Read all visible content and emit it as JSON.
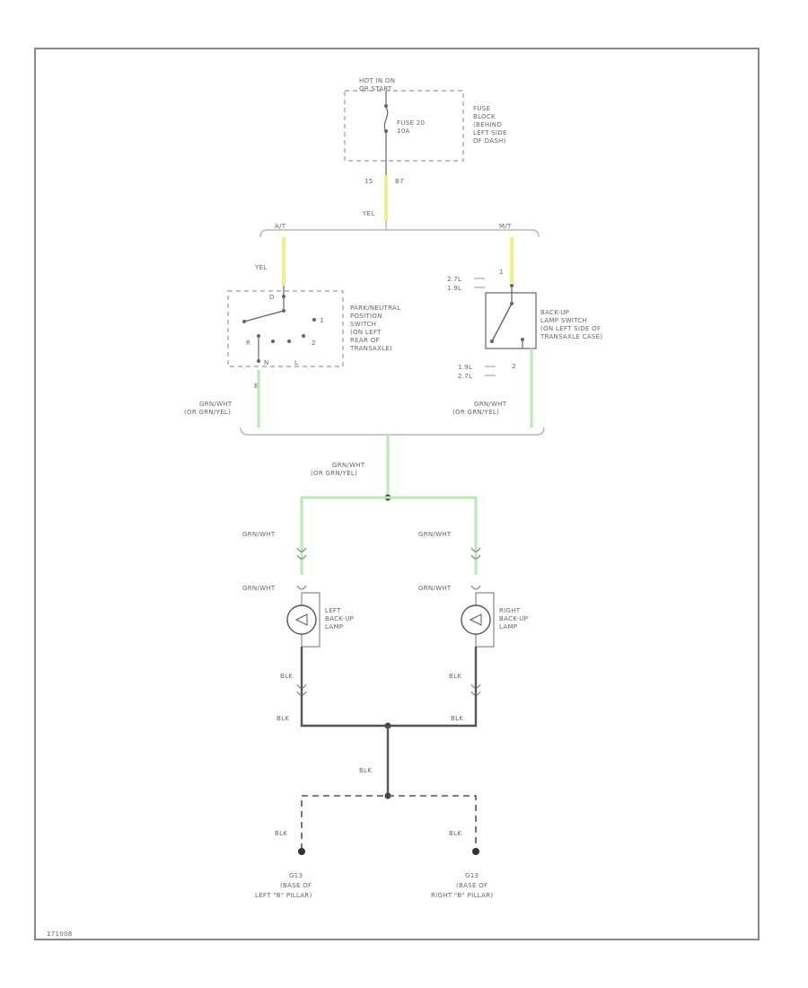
{
  "hot_header": [
    "HOT IN ON",
    "OR START"
  ],
  "fuse": {
    "label": [
      "FUSE 20",
      "10A"
    ]
  },
  "fuse_block": {
    "label": [
      "FUSE",
      "BLOCK",
      "(BEHIND",
      "LEFT SIDE",
      "OF DASH)"
    ]
  },
  "fuse_pins": {
    "left": "15",
    "right": "B7"
  },
  "wires": {
    "yel": "YEL",
    "grn_wht": "GRN/WHT",
    "grn_wht_alt": "(OR GRN/YEL)",
    "blk": "BLK"
  },
  "splice_labels": {
    "at": "A/T",
    "mt": "M/T"
  },
  "pn_switch": {
    "label": [
      "PARK/NEUTRAL",
      "POSITION",
      "SWITCH",
      "(ON LEFT",
      "REAR OF",
      "TRANSAXLE)"
    ],
    "pins": {
      "d": "D",
      "one": "1",
      "r": "R",
      "two": "2",
      "n": "N",
      "l": "L",
      "b": "B"
    }
  },
  "backup_switch": {
    "label": [
      "BACK-UP",
      "LAMP SWITCH",
      "(ON LEFT SIDE OF",
      "TRANSAXLE CASE)"
    ],
    "pins": {
      "top1": "2.7L",
      "top2": "1.9L",
      "bot1": "1.9L",
      "bot2": "2.7L",
      "c1": "1",
      "c2": "2"
    }
  },
  "left_lamp": {
    "label": [
      "LEFT",
      "BACK-UP",
      "LAMP"
    ]
  },
  "right_lamp": {
    "label": [
      "RIGHT",
      "BACK-UP",
      "LAMP"
    ]
  },
  "left_ground": {
    "label": [
      "G13",
      "(BASE OF",
      "LEFT \"B\" PILLAR)"
    ]
  },
  "right_ground": {
    "label": [
      "G13",
      "(BASE OF",
      "RIGHT \"B\" PILLAR)"
    ]
  },
  "figure_id": "171008",
  "colors": {
    "yellow": "#f0f08a",
    "green": "#b6ecb0",
    "black": "#555555",
    "frame": "#888888"
  }
}
